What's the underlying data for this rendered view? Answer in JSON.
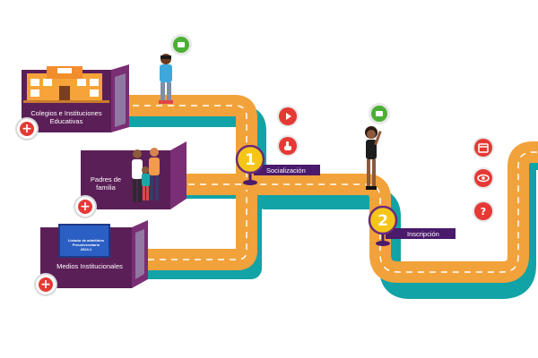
{
  "stations": [
    {
      "label": "Colegios e Instituciones Educativas"
    },
    {
      "label": "Padres de familia"
    },
    {
      "label": "Medios Institucionales"
    }
  ],
  "milestones": [
    {
      "number": "1",
      "label": "Socialización"
    },
    {
      "number": "2",
      "label": "Inscripción"
    }
  ],
  "document_lines": [
    "Listado de admitidos",
    "Preuniversitario",
    "2024-1"
  ],
  "plus_symbol": "+",
  "icons": {
    "chat": "chat-icon",
    "play": "play-icon",
    "hand": "hand-pointer-icon",
    "calendar": "calendar-icon",
    "eye": "eye-icon",
    "question": "question-icon",
    "plus": "plus-icon"
  },
  "colors": {
    "road": "#f2a23a",
    "road_shadow": "#12a3a7",
    "panel": "#5b1f57",
    "flag": "#4a1a6b",
    "milestone": "#f5c518",
    "red_button": "#e53935",
    "green_bubble": "#4caf35"
  }
}
